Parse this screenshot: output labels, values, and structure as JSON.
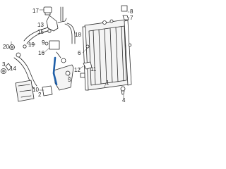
{
  "callouts": {
    "n17": "17",
    "n8": "8",
    "n7": "7",
    "n13": "13",
    "n15": "15",
    "n18": "18",
    "n9": "9",
    "n16": "16",
    "n20": "20",
    "n19": "19",
    "n6": "6",
    "n3": "3",
    "n14": "14",
    "n11": "11",
    "n12": "12",
    "n10": "10",
    "n2": "2",
    "n5": "5",
    "n1": "1",
    "n4": "4"
  },
  "colors": {
    "line": "#2b2b2b",
    "highlight": "#1f5fa8",
    "fill": "#f4f4f4"
  }
}
